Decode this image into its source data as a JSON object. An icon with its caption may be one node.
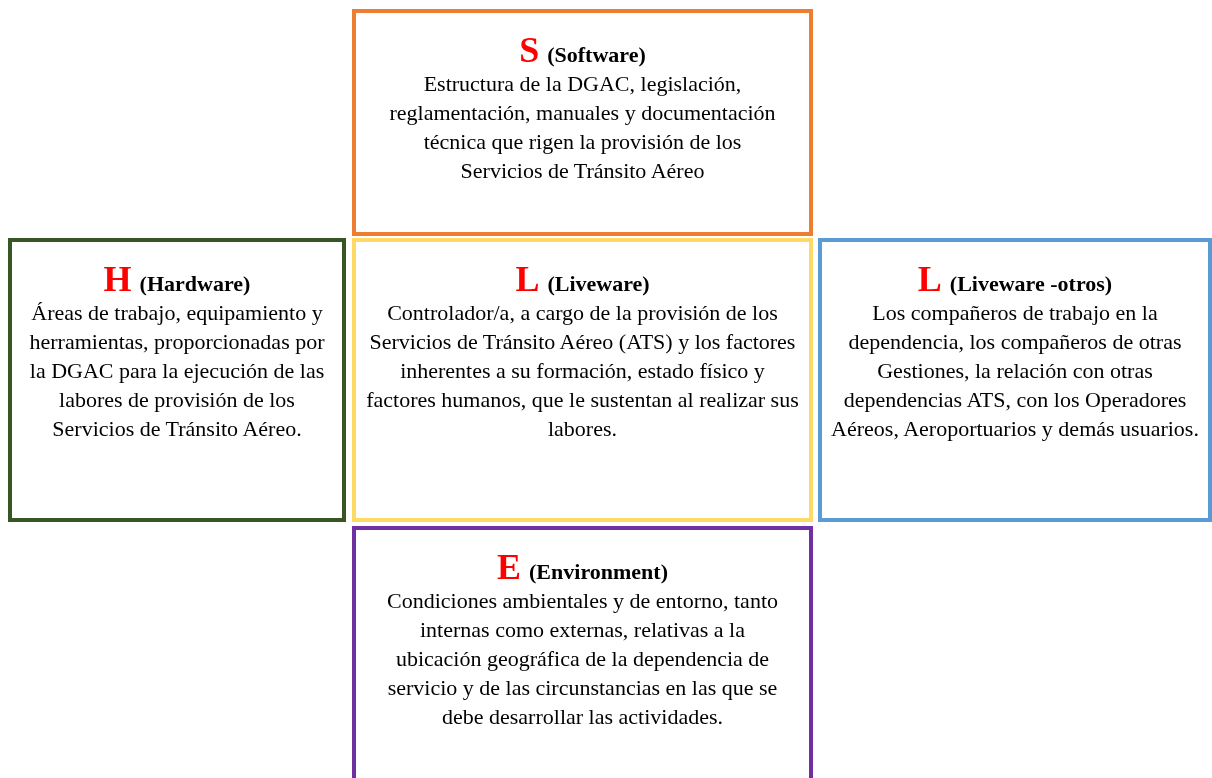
{
  "diagram": {
    "nodes": [
      {
        "text": [
          "S",
          "(Software)",
          "Estructura de la DGAC, legislación, reglamentación, manuales y documentación técnica que rigen la provisión de los Servicios de Tránsito Aéreo"
        ]
      },
      {
        "text": [
          "H",
          "(Hardware)",
          "Áreas de trabajo, equipamiento y herramientas, proporcionadas por la DGAC para la ejecución de las labores de provisión de los Servicios de Tránsito Aéreo."
        ]
      },
      {
        "text": [
          "L",
          "(Liveware)",
          "Controlador/a, a cargo de la provisión de los Servicios de Tránsito Aéreo (ATS) y los factores inherentes a su formación, estado físico y factores humanos, que le sustentan al realizar sus labores."
        ]
      },
      {
        "text": [
          "L",
          "(Liveware -otros)",
          "Los compañeros de trabajo en la dependencia, los compañeros de otras Gestiones, la relación con otras dependencias ATS, con los Operadores Aéreos, Aeroportuarios y demás usuarios."
        ]
      },
      {
        "text": [
          "E",
          "(Environment)",
          "Condiciones ambientales y de entorno, tanto internas como externas, relativas a la ubicación geográfica de la dependencia de servicio y de las circunstancias en las que se debe desarrollar las actividades."
        ]
      }
    ]
  }
}
